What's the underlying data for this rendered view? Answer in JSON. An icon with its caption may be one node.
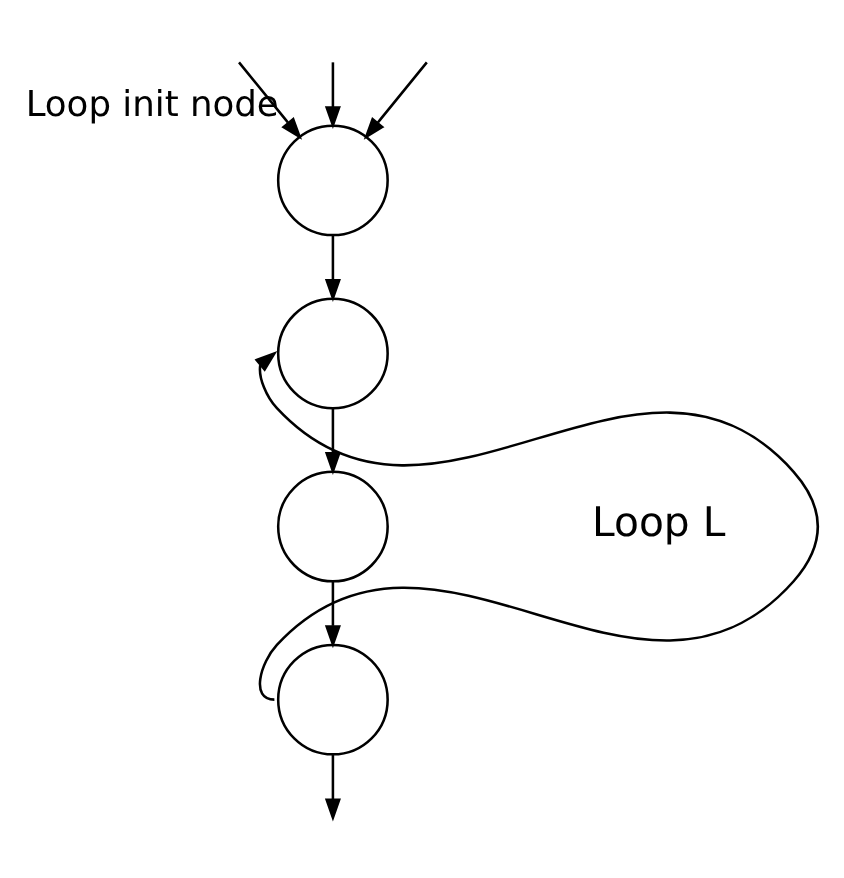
{
  "diagram": {
    "nodes": [
      {
        "text": [],
        "shape": "circle",
        "beside": [
          "Loop init node"
        ]
      },
      {
        "text": [],
        "shape": "circle"
      },
      {
        "text": [],
        "shape": "circle"
      },
      {
        "text": [],
        "shape": "circle"
      }
    ],
    "edges": [
      {
        "from": null,
        "to": 0,
        "arrow": "to"
      },
      {
        "from": null,
        "to": 0,
        "arrow": "to"
      },
      {
        "from": null,
        "to": 0,
        "arrow": "to"
      },
      {
        "from": 0,
        "to": 1,
        "arrow": "to"
      },
      {
        "from": 1,
        "to": 2,
        "arrow": "to"
      },
      {
        "from": 2,
        "to": 3,
        "arrow": "to"
      },
      {
        "from": 3,
        "to": 1,
        "arrow": "to"
      },
      {
        "from": 3,
        "to": null,
        "arrow": "to"
      }
    ],
    "labels": [
      "Loop L"
    ]
  }
}
